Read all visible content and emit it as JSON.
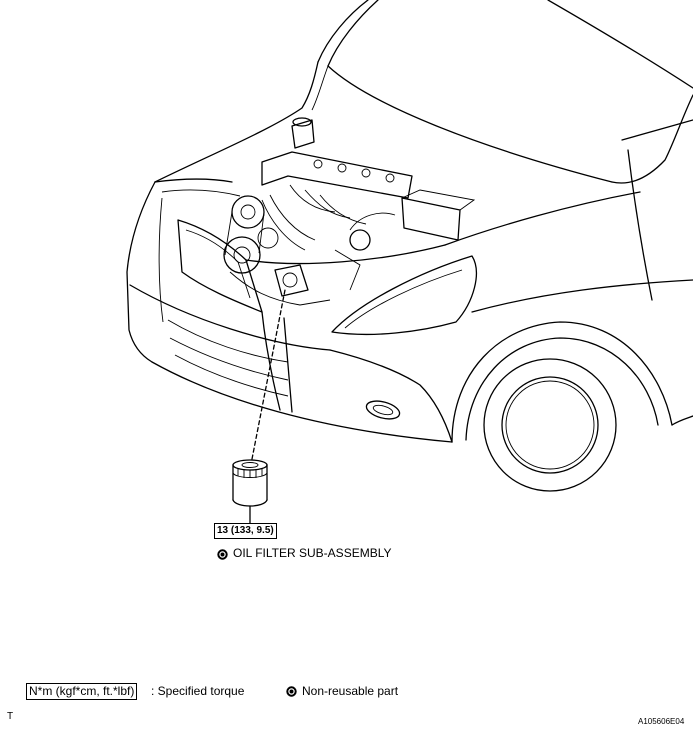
{
  "figure": {
    "torque_callout": "13 (133, 9.5)",
    "part_label": "OIL FILTER SUB-ASSEMBLY",
    "part_icon": "non-reusable-part-icon"
  },
  "legend": {
    "torque_unit": "N*m (kgf*cm, ft.*lbf)",
    "torque_text": ": Specified torque",
    "nonreusable_icon": "non-reusable-part-icon",
    "nonreusable_text": "Non-reusable part"
  },
  "footer": {
    "corner_mark": "T",
    "figure_code": "A105606E04"
  },
  "colors": {
    "line": "#000000",
    "background": "#ffffff"
  }
}
